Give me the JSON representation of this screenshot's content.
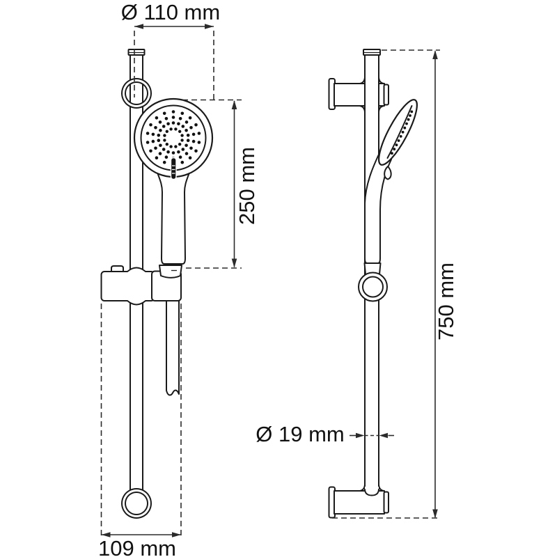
{
  "drawing": {
    "labels": {
      "head_diameter": "Ø 110 mm",
      "head_assembly_length": "250 mm",
      "rail_length": "750 mm",
      "rail_diameter": "Ø 19 mm",
      "base_width": "109 mm"
    },
    "colors": {
      "line": "#1a1a1a",
      "dimension": "#2b2b2b",
      "background": "#ffffff"
    }
  }
}
